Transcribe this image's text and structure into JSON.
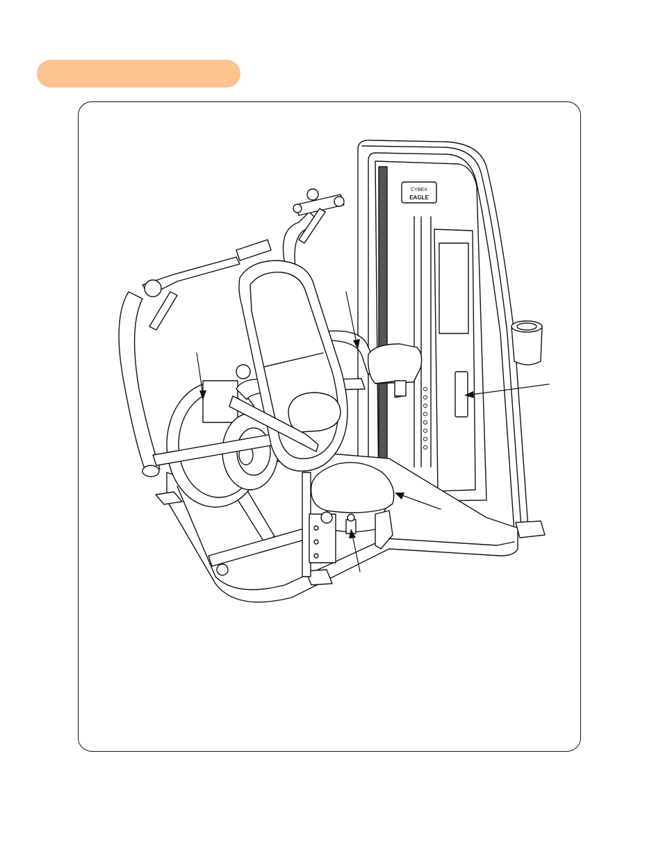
{
  "header": {
    "pill_color": "#fbc38f"
  },
  "figure": {
    "subject": "machine-illustration",
    "logo_text": "CYBEX EAGLE",
    "callouts": [
      {
        "id": "cam-callout"
      },
      {
        "id": "arm-pad-callout"
      },
      {
        "id": "instruction-placard-callout"
      },
      {
        "id": "seat-callout"
      },
      {
        "id": "seat-adjust-callout"
      }
    ]
  }
}
